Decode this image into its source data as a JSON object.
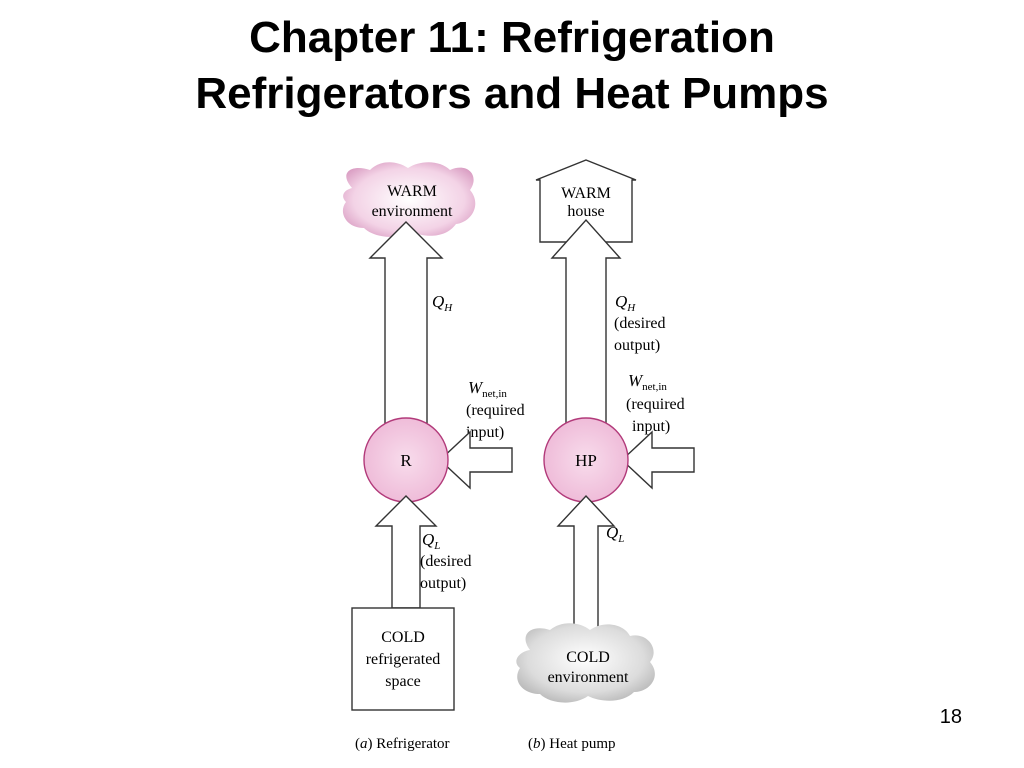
{
  "slide": {
    "title_line1": "Chapter 11: Refrigeration",
    "title_line2": "Refrigerators and Heat Pumps",
    "page_number": "18"
  },
  "colors": {
    "warm_pink": "#e6b4d2",
    "circle_pink": "#f2c6de",
    "cold_gray": "#cfcfcf",
    "stroke": "#333333"
  },
  "refrigerator": {
    "top_line1": "WARM",
    "top_line2": "environment",
    "qh": "Q",
    "qh_sub": "H",
    "w": "W",
    "w_sub": "net,in",
    "w_note1": "(required",
    "w_note2": "input)",
    "device": "R",
    "ql": "Q",
    "ql_sub": "L",
    "ql_note1": "(desired",
    "ql_note2": "output)",
    "bottom_line1": "COLD",
    "bottom_line2": "refrigerated",
    "bottom_line3": "space",
    "caption_letter": "a",
    "caption": "Refrigerator"
  },
  "heat_pump": {
    "top_line1": "WARM",
    "top_line2": "house",
    "qh": "Q",
    "qh_sub": "H",
    "qh_note1": "(desired",
    "qh_note2": "output)",
    "w": "W",
    "w_sub": "net,in",
    "w_note1": "(required",
    "w_note2": "input)",
    "device": "HP",
    "ql": "Q",
    "ql_sub": "L",
    "bottom_line1": "COLD",
    "bottom_line2": "environment",
    "caption_letter": "b",
    "caption": "Heat pump"
  }
}
